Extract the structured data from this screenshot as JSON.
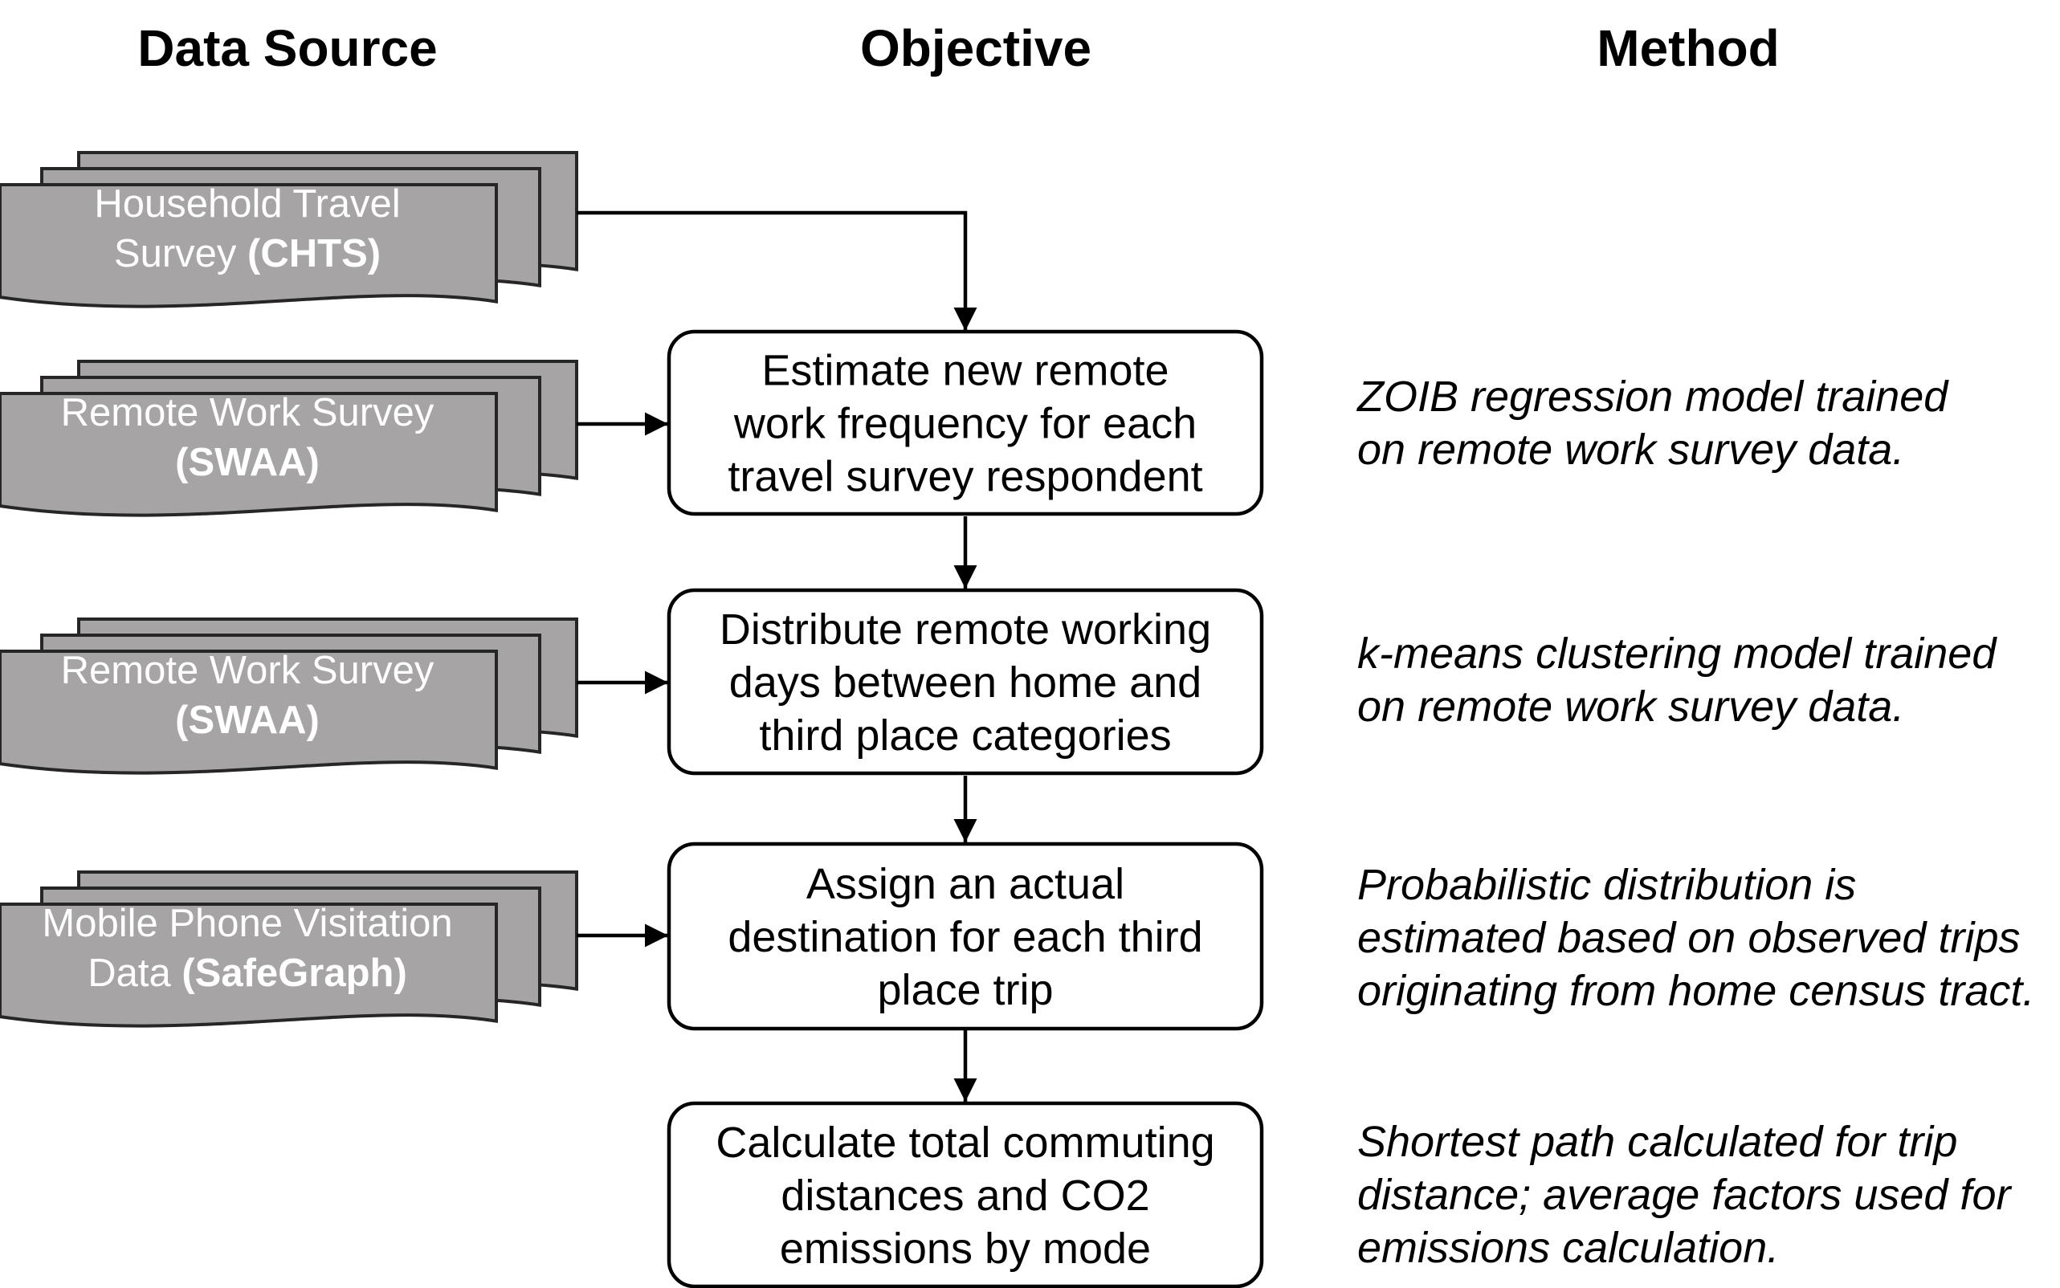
{
  "headers": {
    "data_source": "Data Source",
    "objective": "Objective",
    "method": "Method"
  },
  "sources": [
    {
      "lines": [
        [
          {
            "t": "Household Travel",
            "b": false
          }
        ],
        [
          {
            "t": "Survey ",
            "b": false
          },
          {
            "t": "(CHTS)",
            "b": true
          }
        ]
      ]
    },
    {
      "lines": [
        [
          {
            "t": "Remote Work Survey",
            "b": false
          }
        ],
        [
          {
            "t": "(SWAA)",
            "b": true
          }
        ]
      ]
    },
    {
      "lines": [
        [
          {
            "t": "Remote Work Survey",
            "b": false
          }
        ],
        [
          {
            "t": "(SWAA)",
            "b": true
          }
        ]
      ]
    },
    {
      "lines": [
        [
          {
            "t": "Mobile Phone Visitation",
            "b": false
          }
        ],
        [
          {
            "t": "Data ",
            "b": false
          },
          {
            "t": "(SafeGraph)",
            "b": true
          }
        ]
      ]
    }
  ],
  "objectives": [
    {
      "lines": [
        "Estimate new remote",
        "work frequency for each",
        "travel survey respondent"
      ]
    },
    {
      "lines": [
        "Distribute remote working",
        "days between home and",
        "third place categories"
      ]
    },
    {
      "lines": [
        "Assign an actual",
        "destination for each third",
        "place trip"
      ]
    },
    {
      "lines": [
        "Calculate total commuting",
        "distances and CO2",
        "emissions by mode"
      ]
    }
  ],
  "methods": [
    {
      "lines": [
        "ZOIB regression model trained",
        "on remote work survey data."
      ]
    },
    {
      "lines": [
        "k-means clustering model trained",
        "on remote work survey data."
      ]
    },
    {
      "lines": [
        "Probabilistic distribution is",
        "estimated based on observed trips",
        "originating from home census tract."
      ]
    },
    {
      "lines": [
        "Shortest path calculated for trip",
        "distance; average factors used for",
        "emissions calculation."
      ]
    }
  ],
  "colors": {
    "document_fill": "#a6a4a4",
    "document_stroke": "#262626",
    "document_text": "#ffffff",
    "box_stroke": "#000000",
    "arrow": "#000000"
  }
}
